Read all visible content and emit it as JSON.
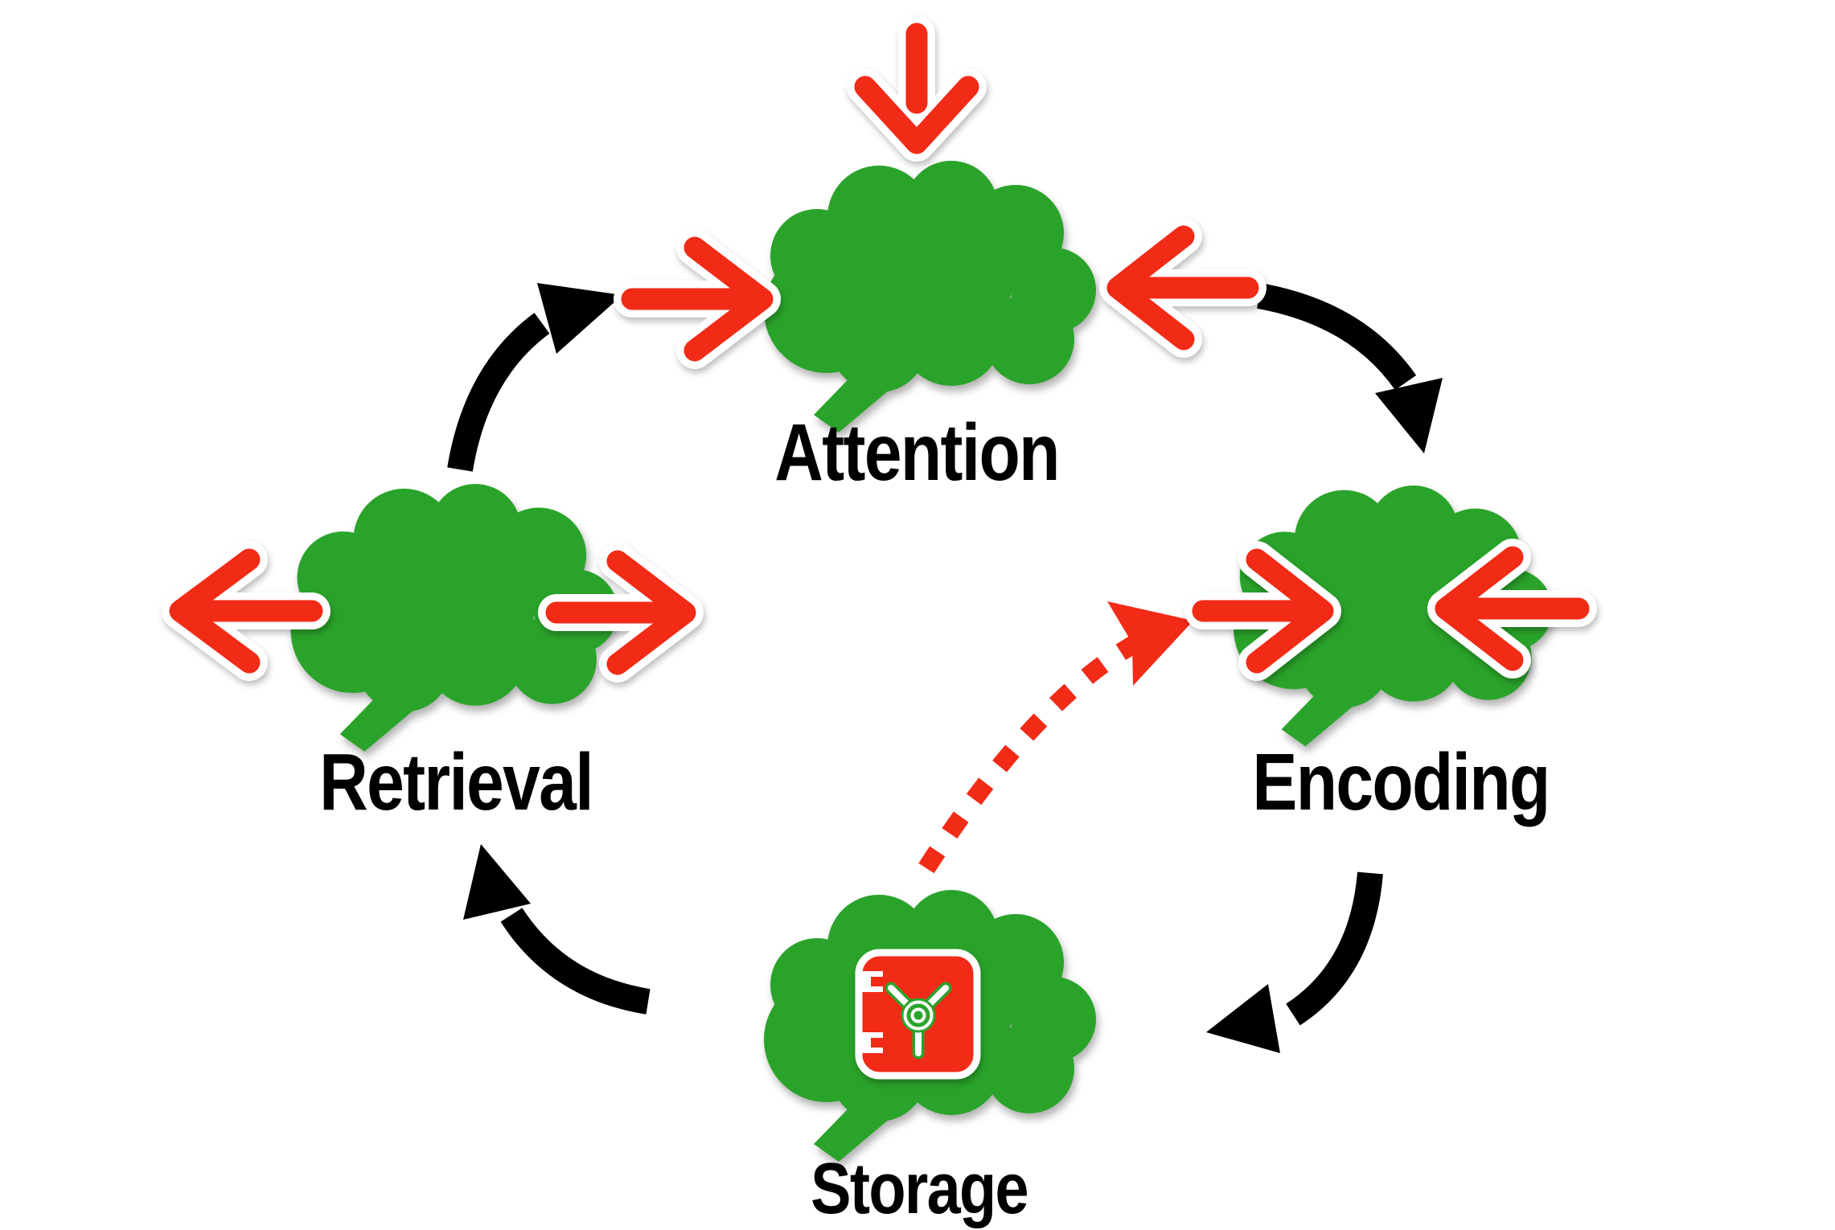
{
  "diagram": {
    "title": "Memory cycle diagram",
    "type": "cycle-flow",
    "background": "#ffffff"
  },
  "colors": {
    "brain_green": "#2aa32a",
    "arrow_red": "#f22b17",
    "cycle_arrow_black": "#000000",
    "outline_white": "#ffffff",
    "label_black": "#000000"
  },
  "stages": [
    {
      "id": "attention",
      "label": "Attention",
      "icon": "brain",
      "red_arrows": [
        "in-top",
        "in-left",
        "in-right"
      ]
    },
    {
      "id": "encoding",
      "label": "Encoding",
      "icon": "brain",
      "red_arrows": [
        "in-left",
        "in-right"
      ]
    },
    {
      "id": "storage",
      "label": "Storage",
      "icon": "brain-with-safe",
      "red_arrows": []
    },
    {
      "id": "retrieval",
      "label": "Retrieval",
      "icon": "brain",
      "red_arrows": [
        "out-left",
        "out-right"
      ]
    }
  ],
  "connections": [
    {
      "from": "retrieval",
      "to": "attention",
      "style": "solid-black-curve"
    },
    {
      "from": "attention",
      "to": "encoding",
      "style": "solid-black-curve"
    },
    {
      "from": "encoding",
      "to": "storage",
      "style": "solid-black-curve"
    },
    {
      "from": "storage",
      "to": "retrieval",
      "style": "solid-black-curve"
    },
    {
      "from": "storage",
      "to": "encoding",
      "style": "dotted-red-curve"
    }
  ]
}
